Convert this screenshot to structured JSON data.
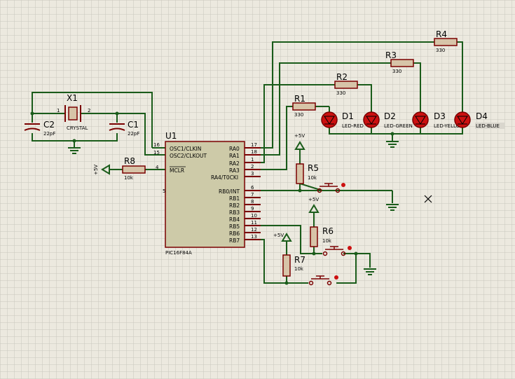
{
  "components": {
    "x1": {
      "ref": "X1",
      "value": "CRYSTAL",
      "pins": [
        "1",
        "2"
      ]
    },
    "c1": {
      "ref": "C1",
      "value": "22pF"
    },
    "c2": {
      "ref": "C2",
      "value": "22pF"
    },
    "u1": {
      "ref": "U1",
      "part": "PIC16F84A"
    },
    "r1": {
      "ref": "R1",
      "value": "330"
    },
    "r2": {
      "ref": "R2",
      "value": "330"
    },
    "r3": {
      "ref": "R3",
      "value": "330"
    },
    "r4": {
      "ref": "R4",
      "value": "330"
    },
    "r5": {
      "ref": "R5",
      "value": "10k"
    },
    "r6": {
      "ref": "R6",
      "value": "10k"
    },
    "r7": {
      "ref": "R7",
      "value": "10k"
    },
    "r8": {
      "ref": "R8",
      "value": "10k"
    },
    "d1": {
      "ref": "D1",
      "value": "LED-RED"
    },
    "d2": {
      "ref": "D2",
      "value": "LED-GREEN"
    },
    "d3": {
      "ref": "D3",
      "value": "LED-YELLOW"
    },
    "d4": {
      "ref": "D4",
      "value": "LED-BLUE"
    }
  },
  "power": {
    "vcc": "+5V"
  },
  "u1_pins": {
    "osc1": {
      "num": "16",
      "name": "OSC1/CLKIN"
    },
    "osc2": {
      "num": "15",
      "name": "OSC2/CLKOUT"
    },
    "mclr": {
      "num": "4",
      "name": "MCLR"
    },
    "ra0": {
      "num": "17",
      "name": "RA0"
    },
    "ra1": {
      "num": "18",
      "name": "RA1"
    },
    "ra2": {
      "num": "1",
      "name": "RA2"
    },
    "ra3": {
      "num": "2",
      "name": "RA3"
    },
    "ra4": {
      "num": "3",
      "name": "RA4/T0CKI"
    },
    "rb0": {
      "num": "6",
      "name": "RB0/INT"
    },
    "rb1": {
      "num": "7",
      "name": "RB1"
    },
    "rb2": {
      "num": "8",
      "name": "RB2"
    },
    "rb3": {
      "num": "9",
      "name": "RB3"
    },
    "rb4": {
      "num": "10",
      "name": "RB4"
    },
    "rb5": {
      "num": "11",
      "name": "RB5"
    },
    "rb6": {
      "num": "12",
      "name": "RB6"
    },
    "rb7": {
      "num": "13",
      "name": "RB7"
    },
    "vss": {
      "num": "5"
    }
  },
  "colors": {
    "background": "#ece9df",
    "grid": "#c8c6bd",
    "wire": "#1a5c1a",
    "component_outline": "#7a0000",
    "chip_fill": "#cdcaa8",
    "resistor_fill": "#d7c4a8",
    "led_fill": "#cc1010"
  }
}
